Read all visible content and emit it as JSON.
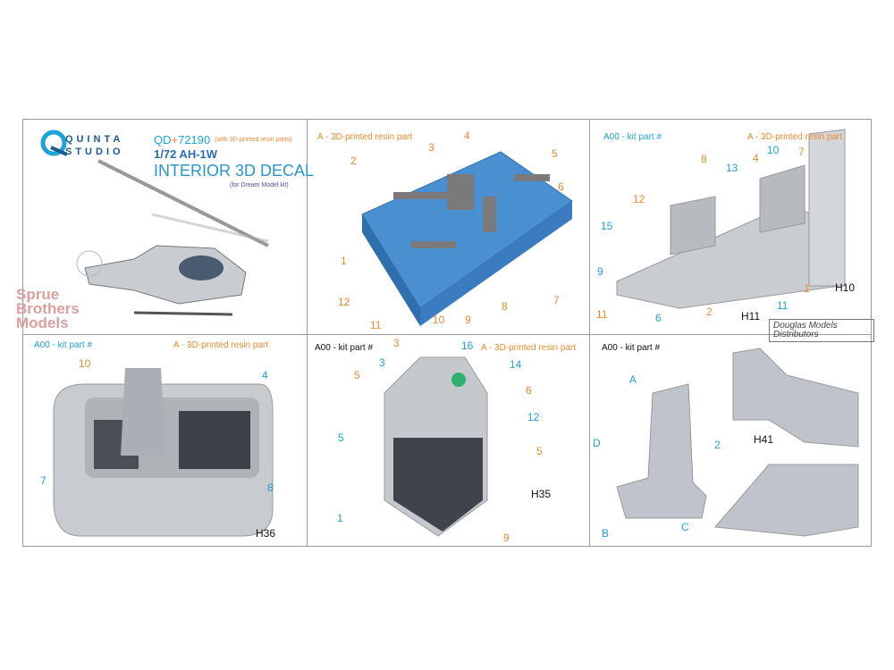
{
  "brand": {
    "logo_line1": "QUINTA",
    "logo_line2": "STUDIO",
    "colors": {
      "cyan": "#1fa3d8",
      "orange": "#ee8a2e",
      "title": "#2b95c9"
    }
  },
  "product": {
    "code_prefix": "QD",
    "code_plus": "+",
    "code_number": "72190",
    "note": "(with 3D-printed resin parts)",
    "model": "1/72 AH-1W",
    "title": "INTERIOR 3D DECAL",
    "kit_note": "(for Dream Model kit)"
  },
  "legend": {
    "kit_part": "A00 - kit part #",
    "resin_part": "A - 3D-printed resin part"
  },
  "watermarks": {
    "sprue_brothers": "Sprue Brothers Models",
    "douglas": "Douglas Models Distributors"
  },
  "panels": {
    "p2": [
      "2",
      "3",
      "4",
      "5",
      "6",
      "1",
      "12",
      "11",
      "10",
      "9",
      "8",
      "7"
    ],
    "p3": [
      "8",
      "13",
      "4",
      "10",
      "7",
      "12",
      "15",
      "9",
      "11",
      "6",
      "2",
      "H11",
      "1",
      "11",
      "H10"
    ],
    "p4": [
      "10",
      "4",
      "7",
      "8",
      "H36"
    ],
    "p5": [
      "3",
      "16",
      "3",
      "14",
      "5",
      "6",
      "12",
      "5",
      "5",
      "H35",
      "1",
      "9"
    ],
    "p6": [
      "A",
      "D",
      "B",
      "C",
      "2",
      "H41"
    ]
  }
}
